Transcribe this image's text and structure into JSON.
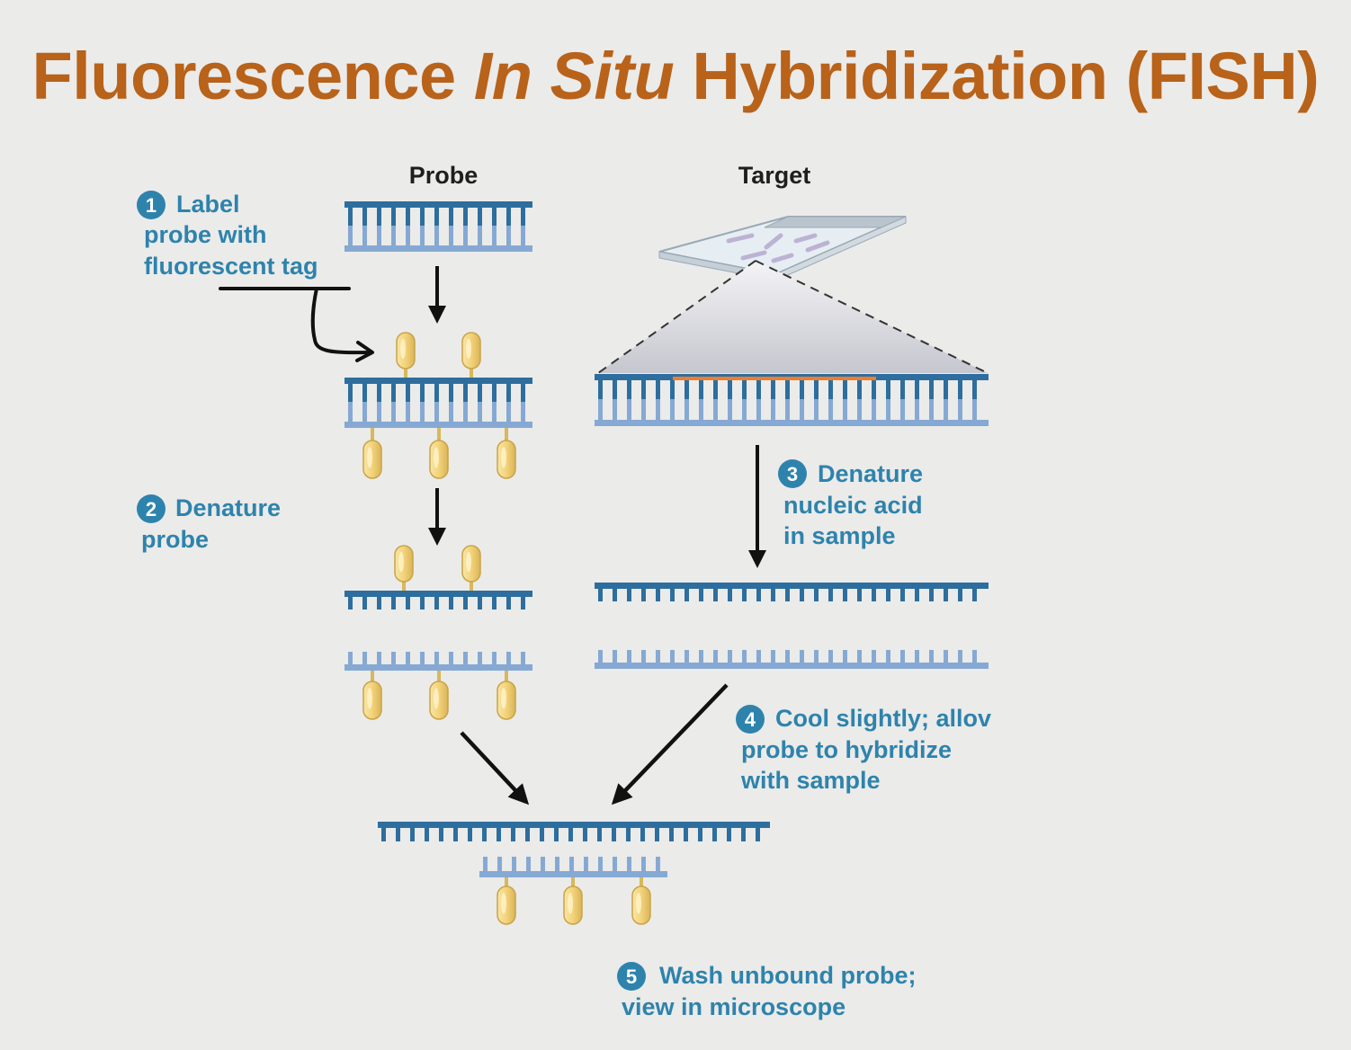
{
  "title": {
    "part1": "Fluorescence ",
    "part2": "In Situ",
    "part3": " Hybridization (FISH)"
  },
  "headers": {
    "probe": "Probe",
    "target": "Target"
  },
  "steps": [
    {
      "number": "1",
      "lines": [
        "Label",
        "probe with",
        "fluorescent tag"
      ]
    },
    {
      "number": "2",
      "lines": [
        "Denature",
        "probe"
      ]
    },
    {
      "number": "3",
      "lines": [
        "Denature",
        "nucleic acid",
        "in sample"
      ]
    },
    {
      "number": "4",
      "lines": [
        "Cool slightly; allov",
        "probe to hybridize",
        "with sample"
      ]
    },
    {
      "number": "5",
      "lines": [
        "Wash unbound probe;",
        "view in microscope"
      ]
    }
  ],
  "colors": {
    "title": "#b8621a",
    "step_text": "#2e83ac",
    "dna_dark": "#2d6e9e",
    "dna_light": "#86a9d4",
    "tag_fill": "#f3d27a",
    "target_highlight": "#f07d2a"
  }
}
